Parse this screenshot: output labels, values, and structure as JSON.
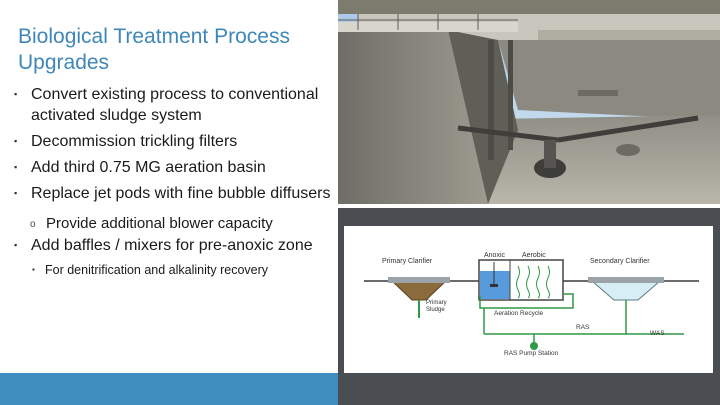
{
  "slide": {
    "title": "Biological Treatment Process Upgrades",
    "bullets": [
      {
        "text": "Convert existing process to conventional activated sludge system"
      },
      {
        "text": "Decommission trickling filters"
      },
      {
        "text": "Add third 0.75 MG aeration basin"
      },
      {
        "text": "Replace jet pods with fine bubble diffusers"
      }
    ],
    "sub_bullet": "Provide additional blower capacity",
    "bullet_5": "Add baffles / mixers for pre-anoxic zone",
    "sub_sub_bullet": "For denitrification and alkalinity recovery",
    "markers": {
      "square": "▪",
      "circle": "o"
    }
  },
  "diagram": {
    "primary_clarifier": "Primary Clarifier",
    "anoxic": "Anoxic",
    "aerobic": "Aerobic",
    "secondary_clarifier": "Secondary Clarifier",
    "primary_sludge": "Primary Sludge",
    "aeration_recycle": "Aeration Recycle",
    "ras": "RAS",
    "was": "WAS",
    "ras_pump_station": "RAS Pump Station"
  },
  "colors": {
    "title_blue": "#3e87b8",
    "bar_blue": "#3e8fbf",
    "bar_dark": "#4a4e52",
    "flow_green": "#2f9a45",
    "flow_gray": "#6b6b6b",
    "water_blue": "#3b8ad6"
  }
}
